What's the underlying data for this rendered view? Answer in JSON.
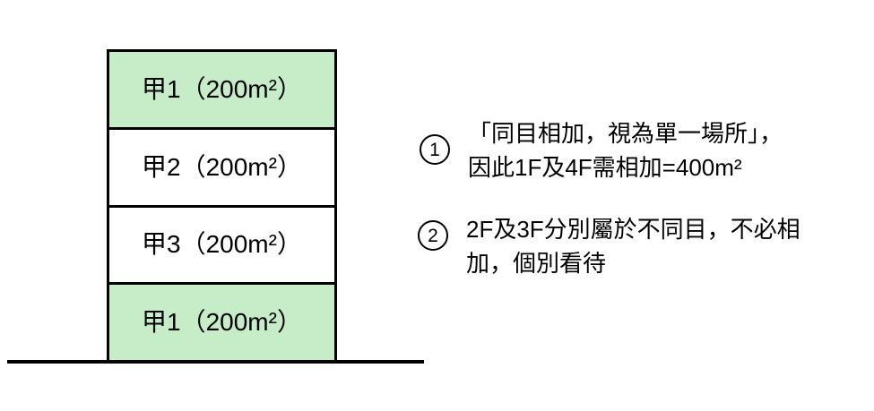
{
  "colors": {
    "floor_highlight_green": "#c6edc8",
    "line_black": "#000000",
    "background": "#ffffff"
  },
  "building": {
    "floors": [
      {
        "label": "甲1（200m²）",
        "highlighted": true
      },
      {
        "label": "甲2（200m²）",
        "highlighted": false
      },
      {
        "label": "甲3（200m²）",
        "highlighted": false
      },
      {
        "label": "甲1（200m²）",
        "highlighted": true
      }
    ]
  },
  "notes": [
    {
      "marker": "1",
      "lines": [
        "「同目相加，視為單一場所」，",
        "因此1F及4F需相加=400m²"
      ]
    },
    {
      "marker": "2",
      "lines": [
        "2F及3F分別屬於不同目，不必相",
        "加，個別看待"
      ]
    }
  ]
}
